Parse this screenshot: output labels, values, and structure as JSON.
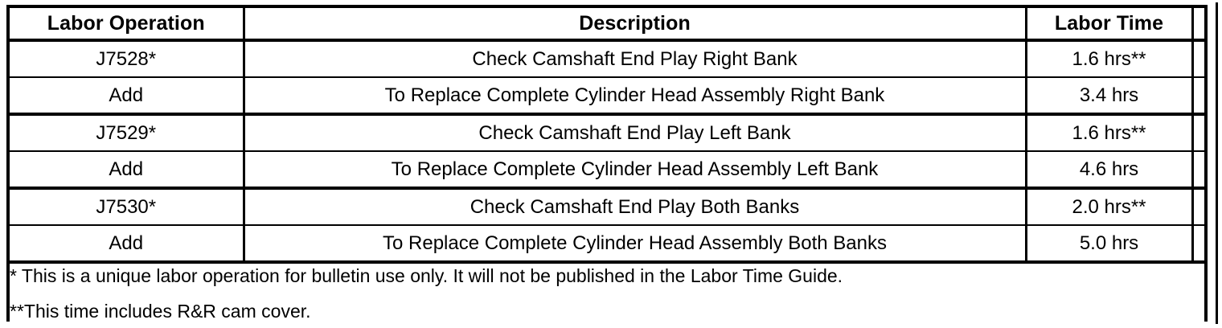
{
  "document": {
    "type": "labor-operation-table",
    "colors": {
      "ink": "#000000",
      "paper": "#ffffff"
    }
  },
  "table": {
    "headers": {
      "labor_operation": "Labor Operation",
      "description": "Description",
      "labor_time": "Labor Time",
      "spacer": ""
    },
    "rows": [
      {
        "labor_operation": "J7528*",
        "description": "Check Camshaft End Play Right Bank",
        "labor_time": "1.6 hrs**",
        "spacer": ""
      },
      {
        "labor_operation": "Add",
        "description": "To Replace Complete Cylinder Head Assembly Right Bank",
        "labor_time": "3.4 hrs",
        "spacer": ""
      },
      {
        "labor_operation": "J7529*",
        "description": "Check Camshaft End Play Left Bank",
        "labor_time": "1.6 hrs**",
        "spacer": ""
      },
      {
        "labor_operation": "Add",
        "description": "To Replace Complete Cylinder Head Assembly Left Bank",
        "labor_time": "4.6 hrs",
        "spacer": ""
      },
      {
        "labor_operation": "J7530*",
        "description": "Check Camshaft End Play Both Banks",
        "labor_time": "2.0 hrs**",
        "spacer": ""
      },
      {
        "labor_operation": "Add",
        "description": "To Replace Complete Cylinder Head Assembly Both Banks",
        "labor_time": "5.0 hrs",
        "spacer": ""
      }
    ],
    "footnotes": [
      "* This is a unique labor operation for bulletin use only. It will not be published in the Labor Time Guide.",
      "**This time includes R&R cam cover."
    ]
  }
}
